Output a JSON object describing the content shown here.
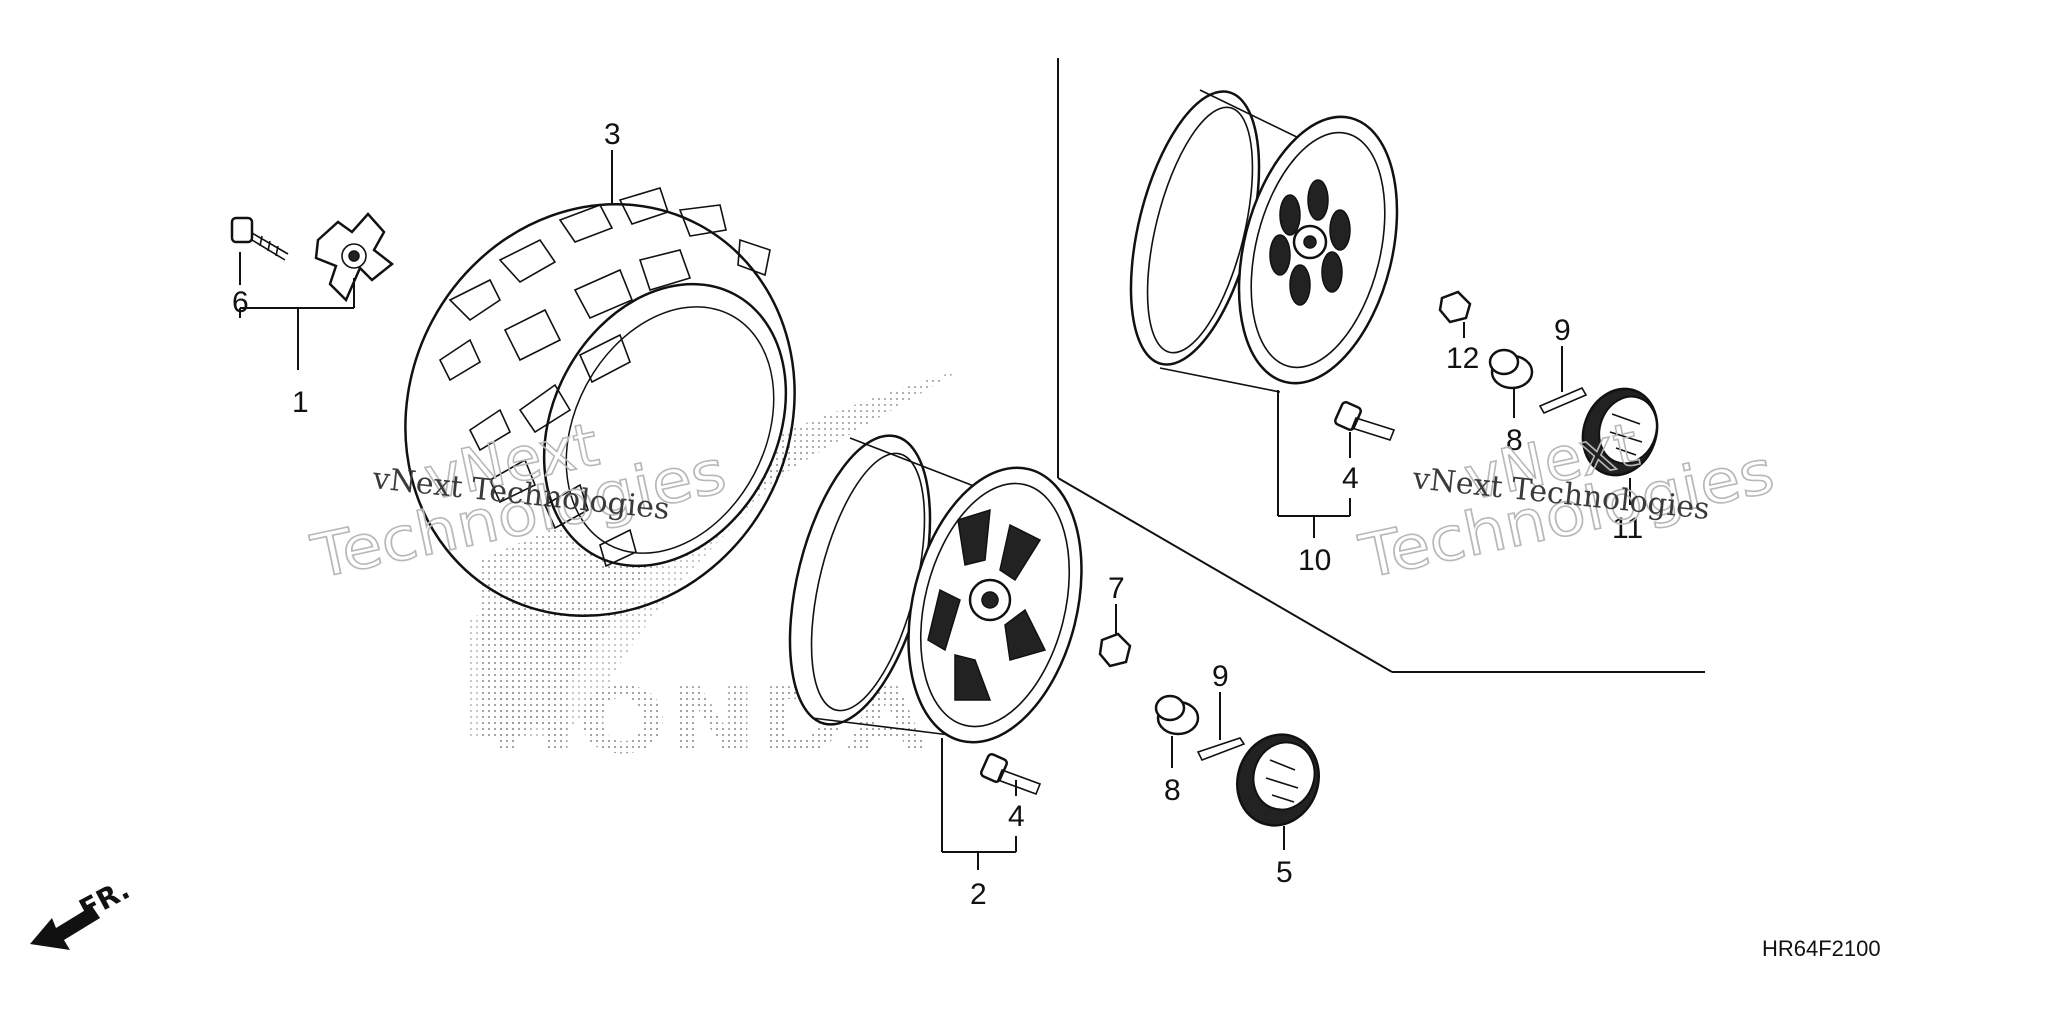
{
  "callouts": {
    "c1": "1",
    "c2": "2",
    "c3": "3",
    "c4a": "4",
    "c4b": "4",
    "c5": "5",
    "c6": "6",
    "c7": "7",
    "c8a": "8",
    "c8b": "8",
    "c9a": "9",
    "c9b": "9",
    "c10": "10",
    "c11": "11",
    "c12": "12"
  },
  "diagram_code": "HR64F2100",
  "direction_label": "FR.",
  "watermark": {
    "line1": "vNext Technologies",
    "line2": "Technologies",
    "line3": "vNext"
  },
  "background_logo": "HONDA"
}
